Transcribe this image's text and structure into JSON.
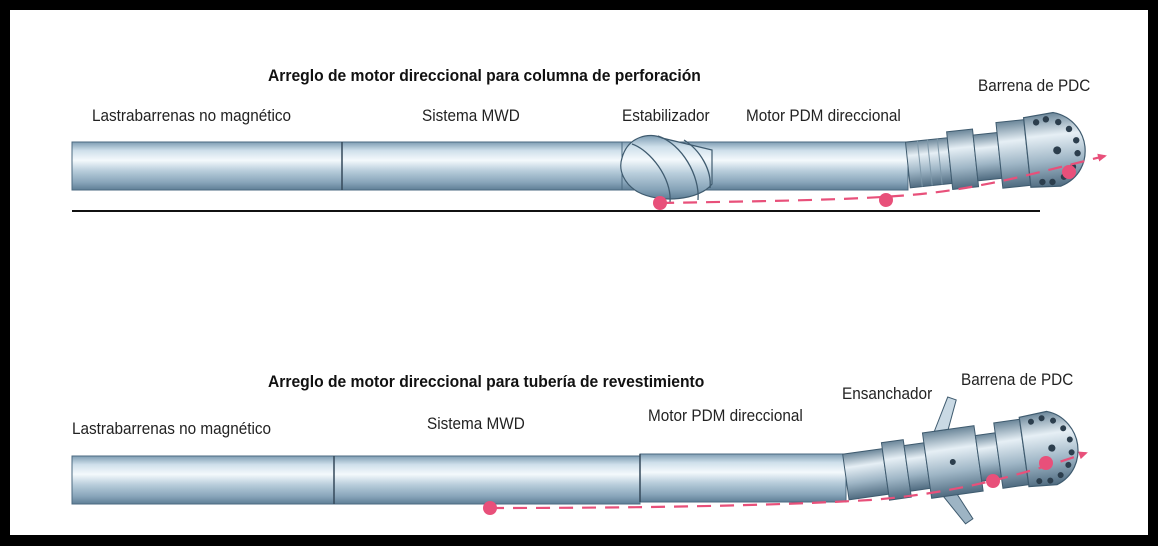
{
  "top": {
    "title": "Arreglo de motor direccional para columna de perforación",
    "labels": {
      "collar": "Lastrabarrenas no magnético",
      "mwd": "Sistema MWD",
      "stabilizer": "Estabilizador",
      "motor": "Motor PDM direccional",
      "bit": "Barrena de PDC"
    }
  },
  "bottom": {
    "title": "Arreglo de motor direccional para tubería de revestimiento",
    "labels": {
      "collar": "Lastrabarrenas no magnético",
      "mwd": "Sistema MWD",
      "motor": "Motor PDM direccional",
      "reamer": "Ensanchador",
      "bit": "Barrena de PDC"
    }
  },
  "colors": {
    "frame": "#000000",
    "pipe_dark": "#6f8fa6",
    "pipe_light": "#eef5fa",
    "trajectory": "#e8507a"
  }
}
